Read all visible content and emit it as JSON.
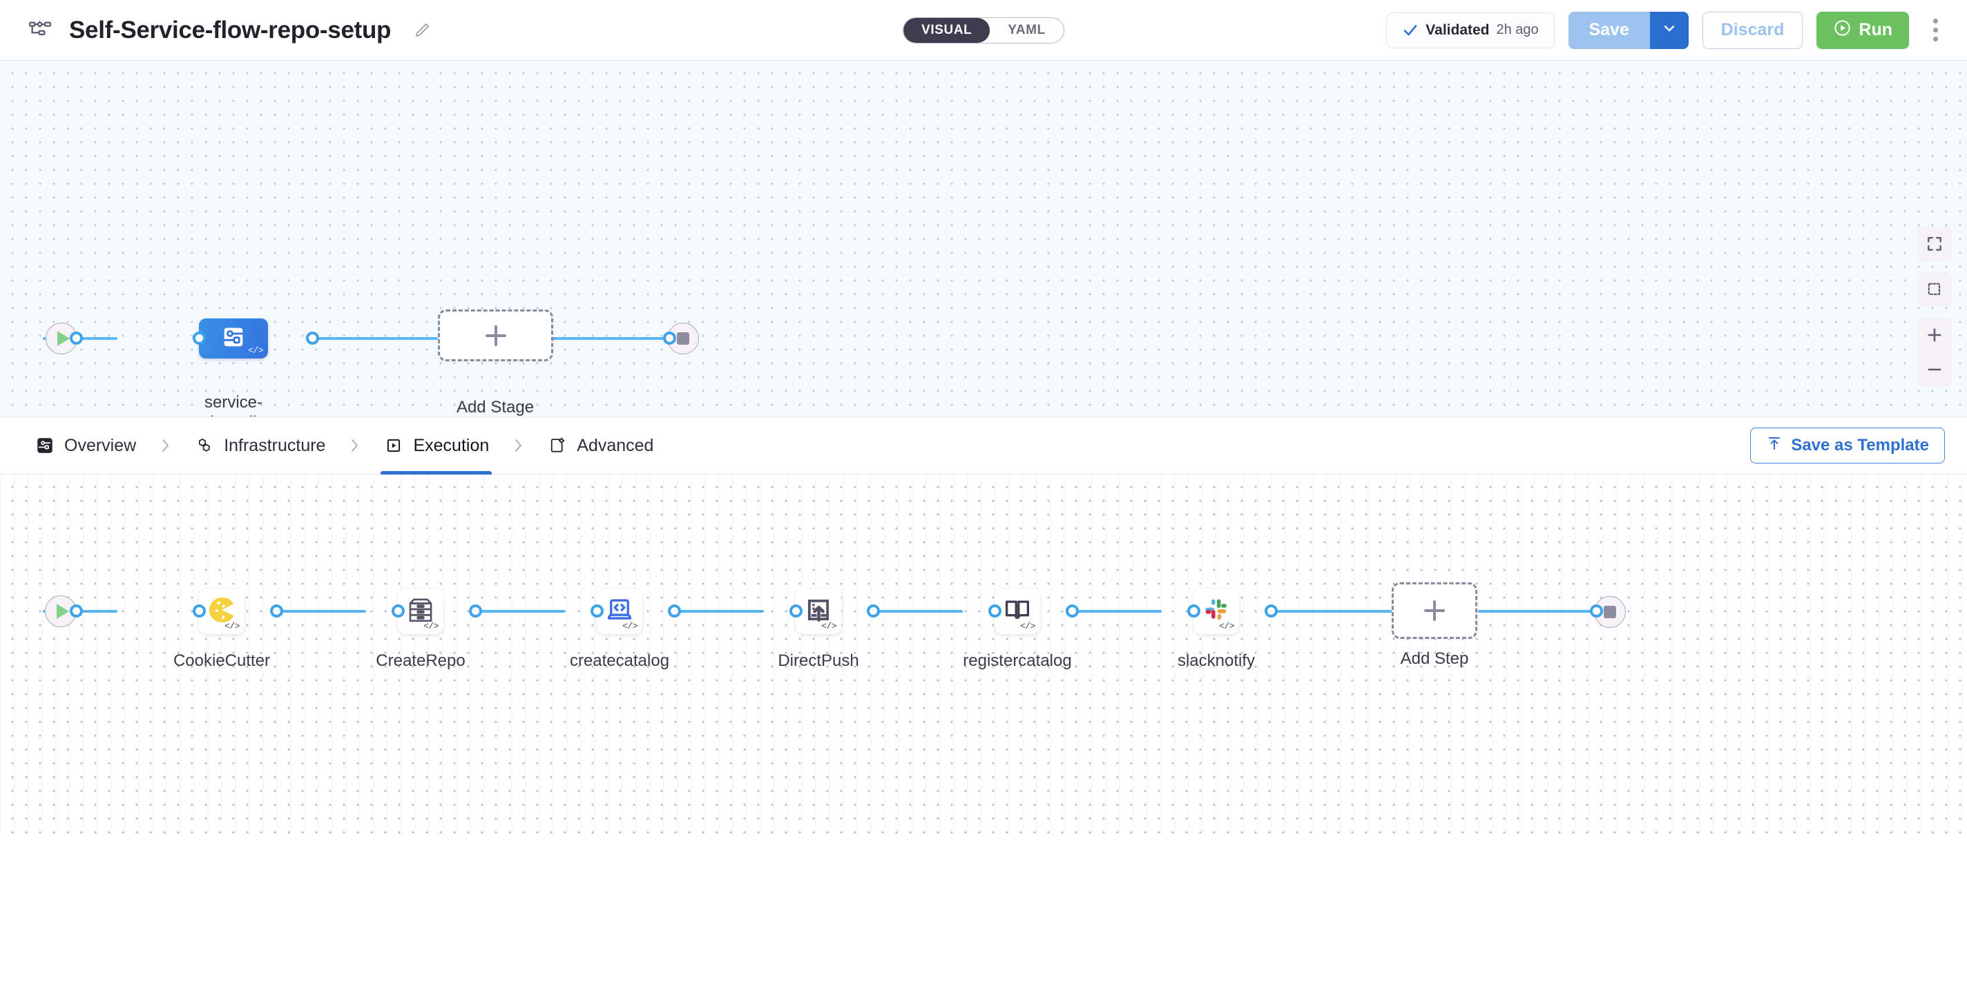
{
  "header": {
    "pipeline_icon": "pipeline-flow-icon",
    "title": "Self-Service-flow-repo-setup",
    "edit_icon": "pencil-edit-icon",
    "mode_toggle": {
      "options": [
        "VISUAL",
        "YAML"
      ],
      "selected": "VISUAL"
    },
    "validated": {
      "icon": "check-icon",
      "label": "Validated",
      "time": "2h ago"
    },
    "save_label": "Save",
    "save_caret_icon": "chevron-down-icon",
    "discard_label": "Discard",
    "run_label": "Run",
    "run_icon": "play-circle-icon",
    "more_icon": "kebab-menu-icon"
  },
  "stage_canvas": {
    "start_node": {
      "icon": "play-icon"
    },
    "end_node": {
      "icon": "stop-square-icon"
    },
    "stages": [
      {
        "label": "service-\nonboarding",
        "icon": "deployment-stage-icon",
        "badge": "</>",
        "selected": true
      }
    ],
    "add_stage_label": "Add Stage",
    "add_stage_icon": "plus-icon",
    "zoom_controls": [
      {
        "name": "fit-to-screen-icon"
      },
      {
        "name": "selection-box-icon"
      },
      {
        "name": "zoom-in-icon"
      },
      {
        "name": "zoom-out-icon"
      }
    ]
  },
  "tabs": {
    "items": [
      {
        "label": "Overview",
        "icon": "overview-icon",
        "active": false
      },
      {
        "label": "Infrastructure",
        "icon": "infrastructure-icon",
        "active": false
      },
      {
        "label": "Execution",
        "icon": "execution-icon",
        "active": true
      },
      {
        "label": "Advanced",
        "icon": "advanced-icon",
        "active": false
      }
    ],
    "separator_icon": "chevron-right-icon",
    "save_template_label": "Save as Template",
    "save_template_icon": "upload-template-icon"
  },
  "execution_canvas": {
    "start_node": {
      "icon": "play-icon"
    },
    "end_node": {
      "icon": "stop-square-icon"
    },
    "steps": [
      {
        "label": "CookieCutter",
        "icon": "cookie-icon",
        "badge": "</>"
      },
      {
        "label": "CreateRepo",
        "icon": "archive-drawer-icon",
        "badge": "</>"
      },
      {
        "label": "createcatalog",
        "icon": "laptop-code-icon",
        "badge": "</>"
      },
      {
        "label": "DirectPush",
        "icon": "push-upload-icon",
        "badge": "</>"
      },
      {
        "label": "registercatalog",
        "icon": "open-book-icon",
        "badge": "</>"
      },
      {
        "label": "slacknotify",
        "icon": "slack-icon",
        "badge": "</>"
      }
    ],
    "add_step_label": "Add Step",
    "add_step_icon": "plus-icon"
  },
  "colors": {
    "accent_blue": "#2f6fd0",
    "edge_blue": "#5ab5ef",
    "run_green": "#6bc05f",
    "stage_blue": "#3273de",
    "toggle_dark": "#3d3d4d"
  }
}
